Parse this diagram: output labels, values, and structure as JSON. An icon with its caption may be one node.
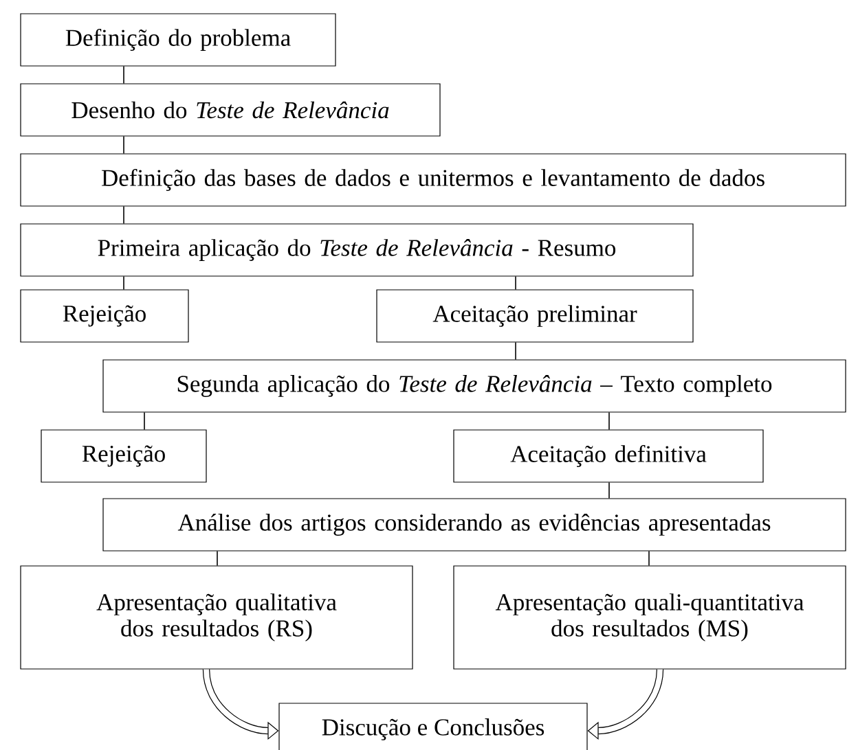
{
  "diagram": {
    "nodes": [
      {
        "text": [
          "Definição do problema"
        ]
      },
      {
        "text": [
          "Desenho do *Teste de Relevância*"
        ]
      },
      {
        "text": [
          "Definição das bases de dados e unitermos e levantamento de dados"
        ]
      },
      {
        "text": [
          "Primeira aplicação do *Teste de Relevância* - Resumo"
        ]
      },
      {
        "text": [
          "Rejeição"
        ]
      },
      {
        "text": [
          "Aceitação preliminar"
        ]
      },
      {
        "text": [
          "Segunda aplicação do *Teste de Relevância* – Texto completo"
        ]
      },
      {
        "text": [
          "Rejeição"
        ]
      },
      {
        "text": [
          "Aceitação definitiva"
        ]
      },
      {
        "text": [
          "Análise dos artigos considerando as evidências apresentadas"
        ]
      },
      {
        "text": [
          "Apresentação qualitativa dos resultados (RS)"
        ]
      },
      {
        "text": [
          "Apresentação quali-quantitativa dos resultados (MS)"
        ]
      },
      {
        "text": [
          "Discução e Conclusões"
        ]
      }
    ],
    "edges": [
      {
        "from": 0,
        "to": 1,
        "arrow": "none"
      },
      {
        "from": 1,
        "to": 2,
        "arrow": "none"
      },
      {
        "from": 2,
        "to": 3,
        "arrow": "none"
      },
      {
        "from": 3,
        "to": 4,
        "arrow": "none"
      },
      {
        "from": 3,
        "to": 5,
        "arrow": "none"
      },
      {
        "from": 5,
        "to": 6,
        "arrow": "none"
      },
      {
        "from": 6,
        "to": 7,
        "arrow": "none"
      },
      {
        "from": 6,
        "to": 8,
        "arrow": "none"
      },
      {
        "from": 8,
        "to": 9,
        "arrow": "none"
      },
      {
        "from": 9,
        "to": 10,
        "arrow": "none"
      },
      {
        "from": 9,
        "to": 11,
        "arrow": "none"
      },
      {
        "from": 10,
        "to": 12,
        "arrow": "to",
        "style": "thick"
      },
      {
        "from": 11,
        "to": 12,
        "arrow": "to",
        "style": "thick"
      }
    ]
  }
}
